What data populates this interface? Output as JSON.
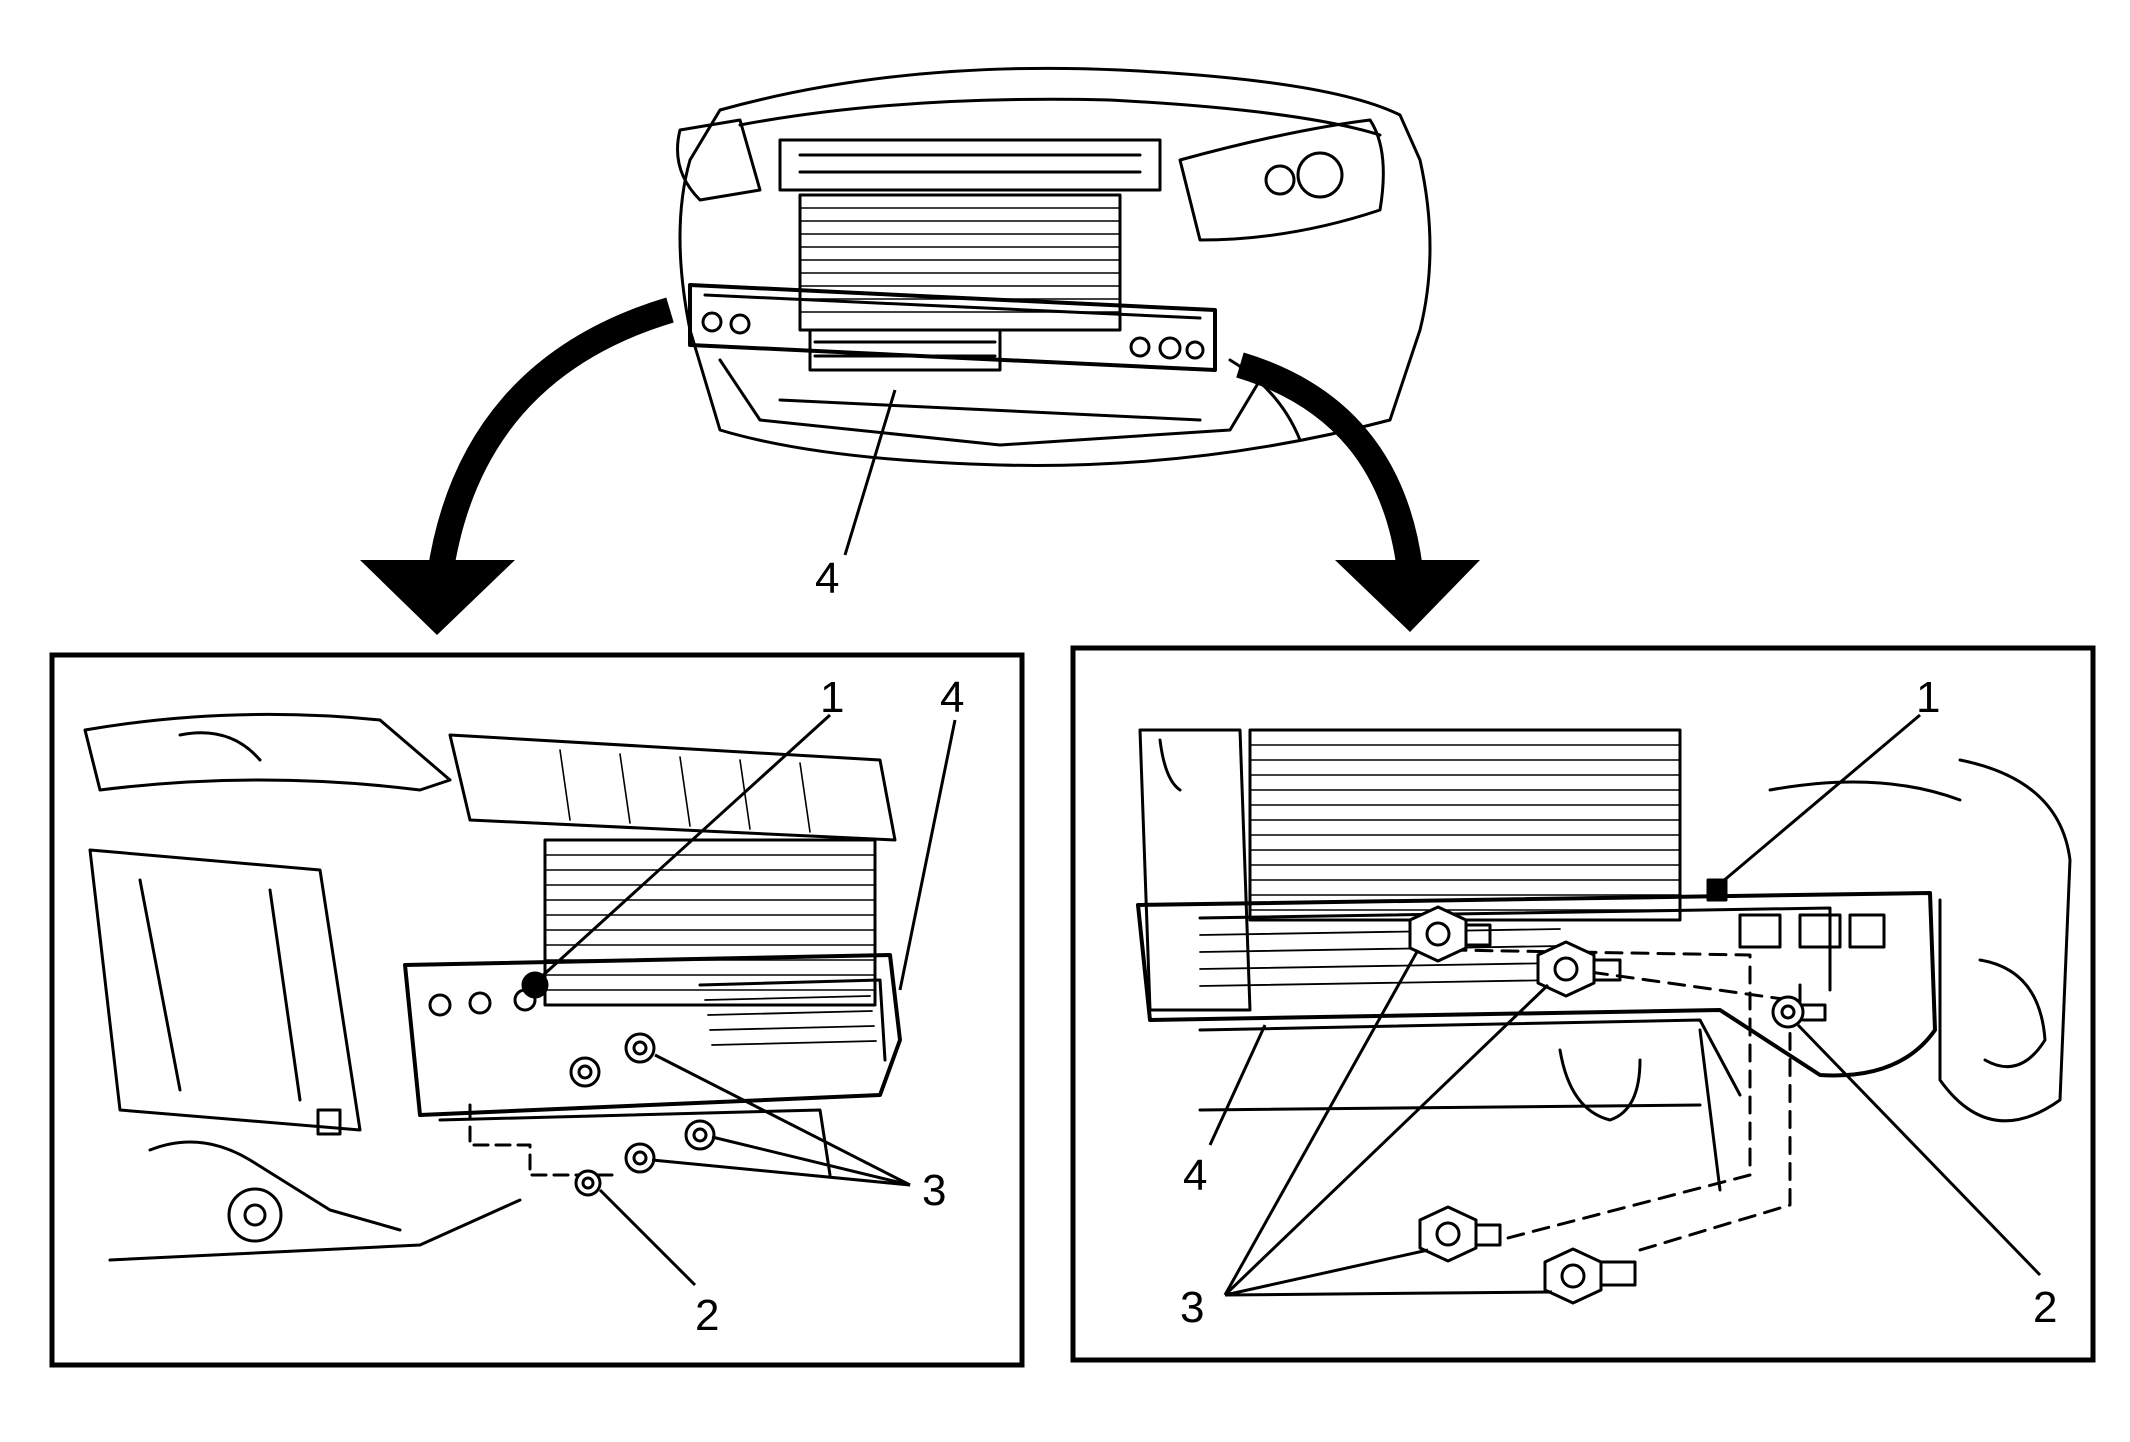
{
  "diagram": {
    "top_view": {
      "callouts": [
        "4"
      ]
    },
    "left_detail": {
      "callouts": [
        "1",
        "4",
        "3",
        "2"
      ]
    },
    "right_detail": {
      "callouts": [
        "1",
        "4",
        "3",
        "2"
      ]
    }
  },
  "colors": {
    "ink": "#000000",
    "background": "#ffffff"
  }
}
